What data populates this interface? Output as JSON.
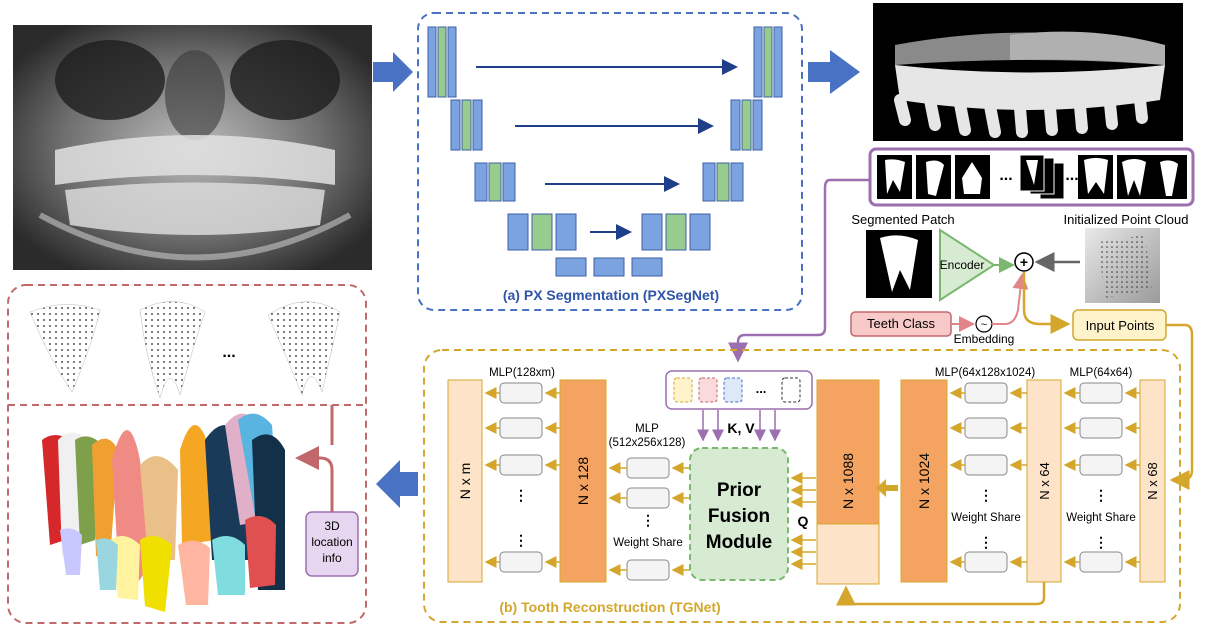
{
  "segmentation": {
    "caption": "(a) PX Segmentation (PXSegNet)"
  },
  "reconstruction": {
    "caption": "(b) Tooth Reconstruction (TGNet)",
    "segmented_patch_label": "Segmented Patch",
    "initialized_point_cloud_label": "Initialized Point Cloud",
    "encoder_label": "Encoder",
    "plus_symbol": "+",
    "tilde_symbol": "~",
    "teeth_class_label": "Teeth Class",
    "embedding_label": "Embedding",
    "input_points_label": "Input Points",
    "ellipsis": "...",
    "prior_ellipsis": "...",
    "vertical_dots": "⋮",
    "mlp_64_64": "MLP(64x64)",
    "mlp_64_128_1024": "MLP(64x128x1024)",
    "mlp_512_256_128_line1": "MLP",
    "mlp_512_256_128_line2": "(512x256x128)",
    "mlp_128xm": "MLP(128xm)",
    "weight_share": "Weight Share",
    "kv_label": "K, V",
    "q_label": "Q",
    "prior_fusion_line1": "Prior",
    "prior_fusion_line2": "Fusion",
    "prior_fusion_line3": "Module",
    "blocks": {
      "n68": "N x 68",
      "n64": "N x 64",
      "n1024": "N x 1024",
      "n1088": "N x 1088",
      "n128": "N x 128",
      "nm": "N x m"
    }
  },
  "output": {
    "ellipsis": "...",
    "location_line1": "3D",
    "location_line2": "location",
    "location_line3": "info"
  },
  "colors": {
    "unet_blue": "#7ba3e0",
    "unet_green": "#97cc8e",
    "seg_border": "#4a72c4",
    "arrow_blue": "#4a72c4",
    "tgnet_border": "#d4a72c",
    "purple": "#9b6fb0",
    "orange": "#f4a460",
    "light_orange": "#fde3c8",
    "recon_border": "#c0686a",
    "teeth_class_fill": "#f8c9c9",
    "prior_fill": "#d7ebd3"
  }
}
